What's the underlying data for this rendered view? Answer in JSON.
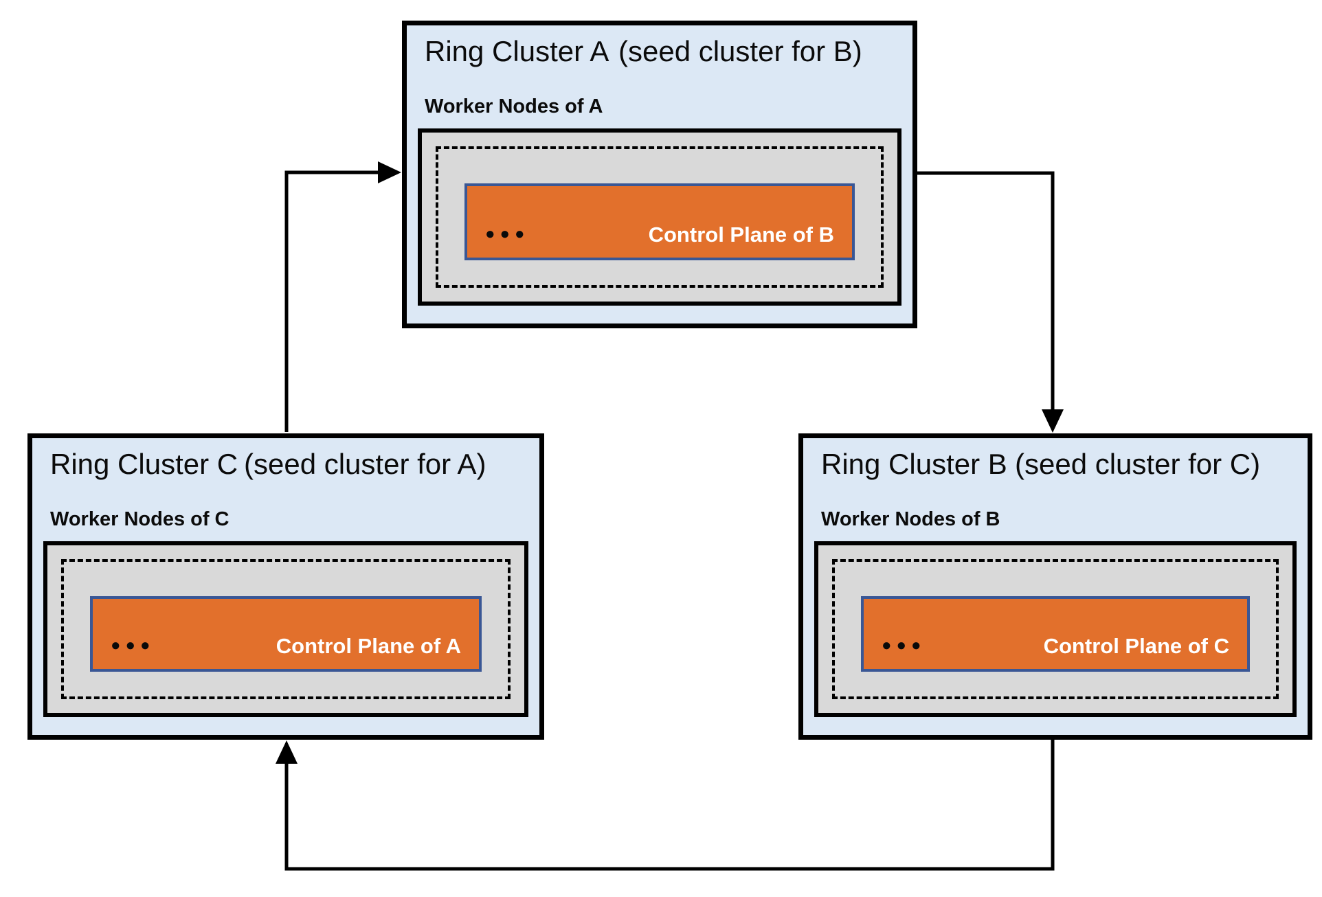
{
  "diagram": {
    "clusters": [
      {
        "name": "Ring Cluster A",
        "seed_note": "(seed cluster for B)",
        "worker_label": "Worker Nodes of A",
        "control_plane_label": "Control Plane of B",
        "dots": "●●●"
      },
      {
        "name": "Ring Cluster B",
        "seed_note": "(seed cluster for C)",
        "worker_label": "Worker Nodes of B",
        "control_plane_label": "Control Plane of C",
        "dots": "●●●"
      },
      {
        "name": "Ring Cluster C",
        "seed_note": "(seed cluster for A)",
        "worker_label": "Worker Nodes of C",
        "control_plane_label": "Control Plane of A",
        "dots": "●●●"
      }
    ],
    "arrows": [
      {
        "from": "Ring Cluster C",
        "to": "Ring Cluster A"
      },
      {
        "from": "Ring Cluster A",
        "to": "Ring Cluster B"
      },
      {
        "from": "Ring Cluster B",
        "to": "Ring Cluster C"
      }
    ],
    "colors": {
      "cluster_fill": "#dce8f5",
      "cluster_border": "#000000",
      "worker_box_fill": "#d9d9d9",
      "worker_box_border": "#000000",
      "pod_boundary_dash": "#000000",
      "control_plane_fill": "#e2702c",
      "control_plane_border": "#3a5795",
      "control_plane_text": "#ffffff",
      "arrow_line": "#000000"
    }
  }
}
